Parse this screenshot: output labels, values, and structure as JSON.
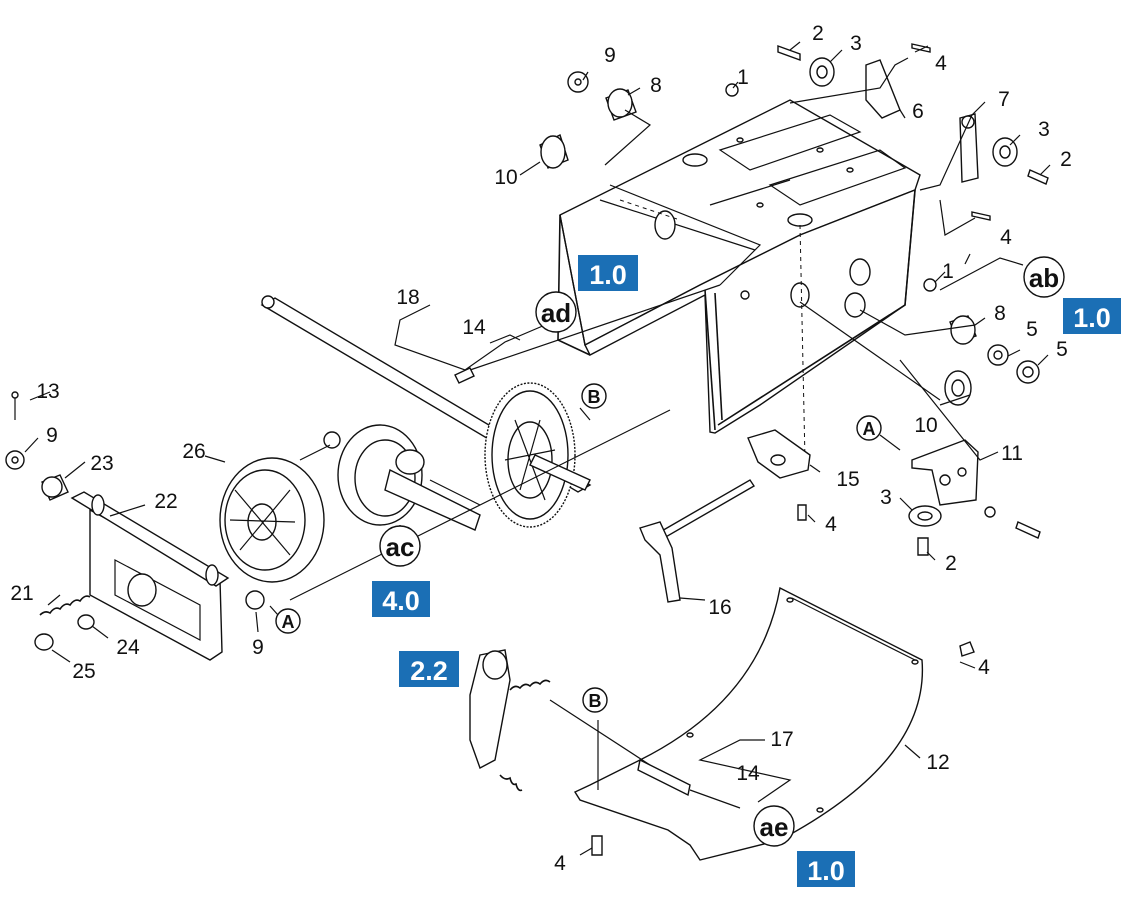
{
  "part_labels": [
    {
      "id": "n2a",
      "text": "2"
    },
    {
      "id": "n3a",
      "text": "3"
    },
    {
      "id": "n4a",
      "text": "4"
    },
    {
      "id": "n9a",
      "text": "9"
    },
    {
      "id": "n8a",
      "text": "8"
    },
    {
      "id": "n1a",
      "text": "1"
    },
    {
      "id": "n6",
      "text": "6"
    },
    {
      "id": "n7",
      "text": "7"
    },
    {
      "id": "n3b",
      "text": "3"
    },
    {
      "id": "n2b",
      "text": "2"
    },
    {
      "id": "n10a",
      "text": "10"
    },
    {
      "id": "n4b",
      "text": "4"
    },
    {
      "id": "n1b",
      "text": "1"
    },
    {
      "id": "n18",
      "text": "18"
    },
    {
      "id": "n14a",
      "text": "14"
    },
    {
      "id": "n8b",
      "text": "8"
    },
    {
      "id": "n5a",
      "text": "5"
    },
    {
      "id": "n5b",
      "text": "5"
    },
    {
      "id": "n13",
      "text": "13"
    },
    {
      "id": "n9b",
      "text": "9"
    },
    {
      "id": "n23",
      "text": "23"
    },
    {
      "id": "n26",
      "text": "26"
    },
    {
      "id": "n10b",
      "text": "10"
    },
    {
      "id": "n11",
      "text": "11"
    },
    {
      "id": "n22",
      "text": "22"
    },
    {
      "id": "n15",
      "text": "15"
    },
    {
      "id": "n3c",
      "text": "3"
    },
    {
      "id": "n4c",
      "text": "4"
    },
    {
      "id": "n2c",
      "text": "2"
    },
    {
      "id": "n21",
      "text": "21"
    },
    {
      "id": "n9c",
      "text": "9"
    },
    {
      "id": "n24",
      "text": "24"
    },
    {
      "id": "n25",
      "text": "25"
    },
    {
      "id": "n16",
      "text": "16"
    },
    {
      "id": "n4d",
      "text": "4"
    },
    {
      "id": "n17",
      "text": "17"
    },
    {
      "id": "n14b",
      "text": "14"
    },
    {
      "id": "n12",
      "text": "12"
    },
    {
      "id": "n4e",
      "text": "4"
    }
  ],
  "section_refs": [
    {
      "id": "ref-1-0-top",
      "text": "1.0"
    },
    {
      "id": "ref-1-0-right",
      "text": "1.0"
    },
    {
      "id": "ref-4-0",
      "text": "4.0"
    },
    {
      "id": "ref-2-2",
      "text": "2.2"
    },
    {
      "id": "ref-1-0-bottom",
      "text": "1.0"
    }
  ],
  "connectors": [
    {
      "id": "c-ad",
      "text": "ad"
    },
    {
      "id": "c-ab",
      "text": "ab"
    },
    {
      "id": "c-ac",
      "text": "ac"
    },
    {
      "id": "c-ae",
      "text": "ae"
    },
    {
      "id": "c-A1",
      "text": "A"
    },
    {
      "id": "c-A2",
      "text": "A"
    },
    {
      "id": "c-B1",
      "text": "B"
    },
    {
      "id": "c-B2",
      "text": "B"
    }
  ],
  "colors": {
    "ref_box": "#1b6fb5",
    "line": "#111111"
  }
}
